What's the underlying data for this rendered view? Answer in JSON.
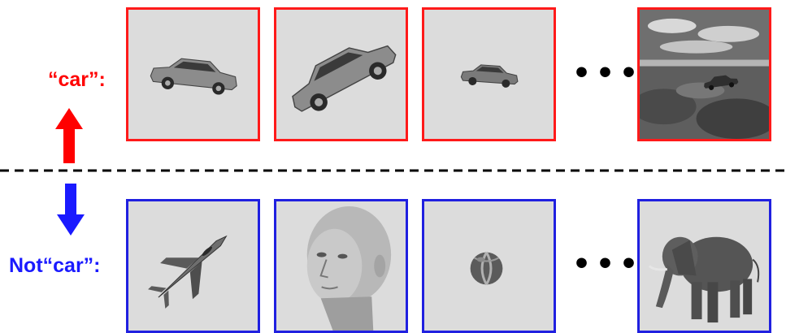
{
  "labels": {
    "positive": "“car”:",
    "negative": "Not“car”:"
  },
  "ellipsis": "•••",
  "colors": {
    "positive": "#ff0000",
    "negative": "#1a1aff",
    "panel_background": "#dcdcdc"
  },
  "rows": {
    "positive": [
      {
        "object": "car",
        "icon": "car-icon"
      },
      {
        "object": "car",
        "icon": "car-icon"
      },
      {
        "object": "car",
        "icon": "car-icon"
      },
      {
        "object": "car in field",
        "icon": "landscape-car-icon"
      }
    ],
    "negative": [
      {
        "object": "jet",
        "icon": "jet-icon"
      },
      {
        "object": "face",
        "icon": "face-icon"
      },
      {
        "object": "ball",
        "icon": "ball-icon"
      },
      {
        "object": "elephant",
        "icon": "elephant-icon"
      }
    ]
  }
}
